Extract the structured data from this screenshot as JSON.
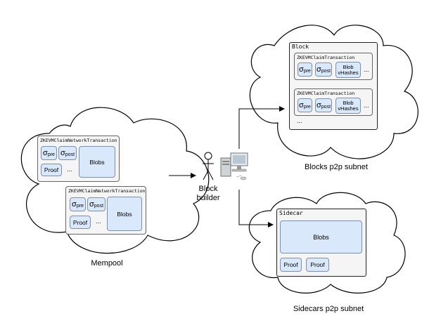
{
  "mempool": {
    "label": "Mempool",
    "tx1": {
      "title": "ZKEVMClaimNetworkTransaction",
      "sigma": "σ",
      "pre": "pre",
      "post": "post",
      "blobs": "Blobs",
      "proof": "Proof",
      "ellipsis": "..."
    },
    "tx2": {
      "title": "ZKEVMClaimNetworkTransaction",
      "sigma": "σ",
      "pre": "pre",
      "post": "post",
      "blobs": "Blobs",
      "proof": "Proof",
      "ellipsis": "..."
    }
  },
  "builder": {
    "label_line1": "Block",
    "label_line2": "builder"
  },
  "block_subnet": {
    "label": "Blocks p2p subnet",
    "block_title": "Block",
    "tx1": {
      "title": "ZKEVMClaimTransaction",
      "sigma": "σ",
      "pre": "pre",
      "post": "post",
      "blob_line1": "Blob",
      "blob_line2": "vHashes",
      "ellipsis": "..."
    },
    "tx2": {
      "title": "ZKEVMClaimTransaction",
      "sigma": "σ",
      "pre": "pre",
      "post": "post",
      "blob_line1": "Blob",
      "blob_line2": "vHashes",
      "ellipsis": "..."
    },
    "more": "..."
  },
  "sidecar_subnet": {
    "label": "Sidecars p2p subnet",
    "sidecar_title": "Sidecar",
    "blobs": "Blobs",
    "proof1": "Proof",
    "proof2": "Proof"
  },
  "colors": {
    "blob_fill": "#dae8fc",
    "panel_fill": "#f5f5f5",
    "cloud_stroke": "#000000"
  }
}
